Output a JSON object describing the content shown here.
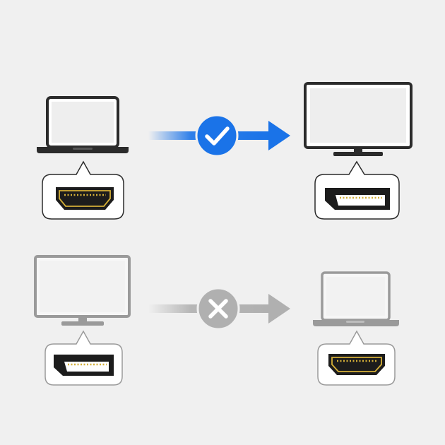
{
  "colors": {
    "background": "#f0f0f0",
    "supported_accent": "#1a73e8",
    "unsupported_accent": "#b0b0b0",
    "device_dark": "#2b2b2b",
    "device_muted": "#9a9a9a",
    "screen_fill": "#eeeeee",
    "port_black": "#1c1c1c",
    "port_gold": "#d4af37"
  },
  "rows": [
    {
      "status": "supported",
      "status_icon": "check-icon",
      "source": {
        "device": "laptop",
        "port": "hdmi"
      },
      "target": {
        "device": "monitor",
        "port": "displayport"
      }
    },
    {
      "status": "not-supported",
      "status_icon": "cross-icon",
      "source": {
        "device": "monitor",
        "port": "displayport"
      },
      "target": {
        "device": "laptop",
        "port": "hdmi"
      }
    }
  ]
}
